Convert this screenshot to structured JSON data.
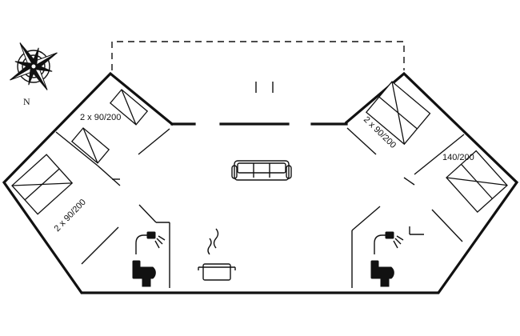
{
  "labels": {
    "bed_top_left": "2 x 90/200",
    "bed_left": "2 x 90/200",
    "bed_top_right": "2 x 90/200",
    "bed_right": "140/200"
  },
  "compass": {
    "north": "N"
  }
}
